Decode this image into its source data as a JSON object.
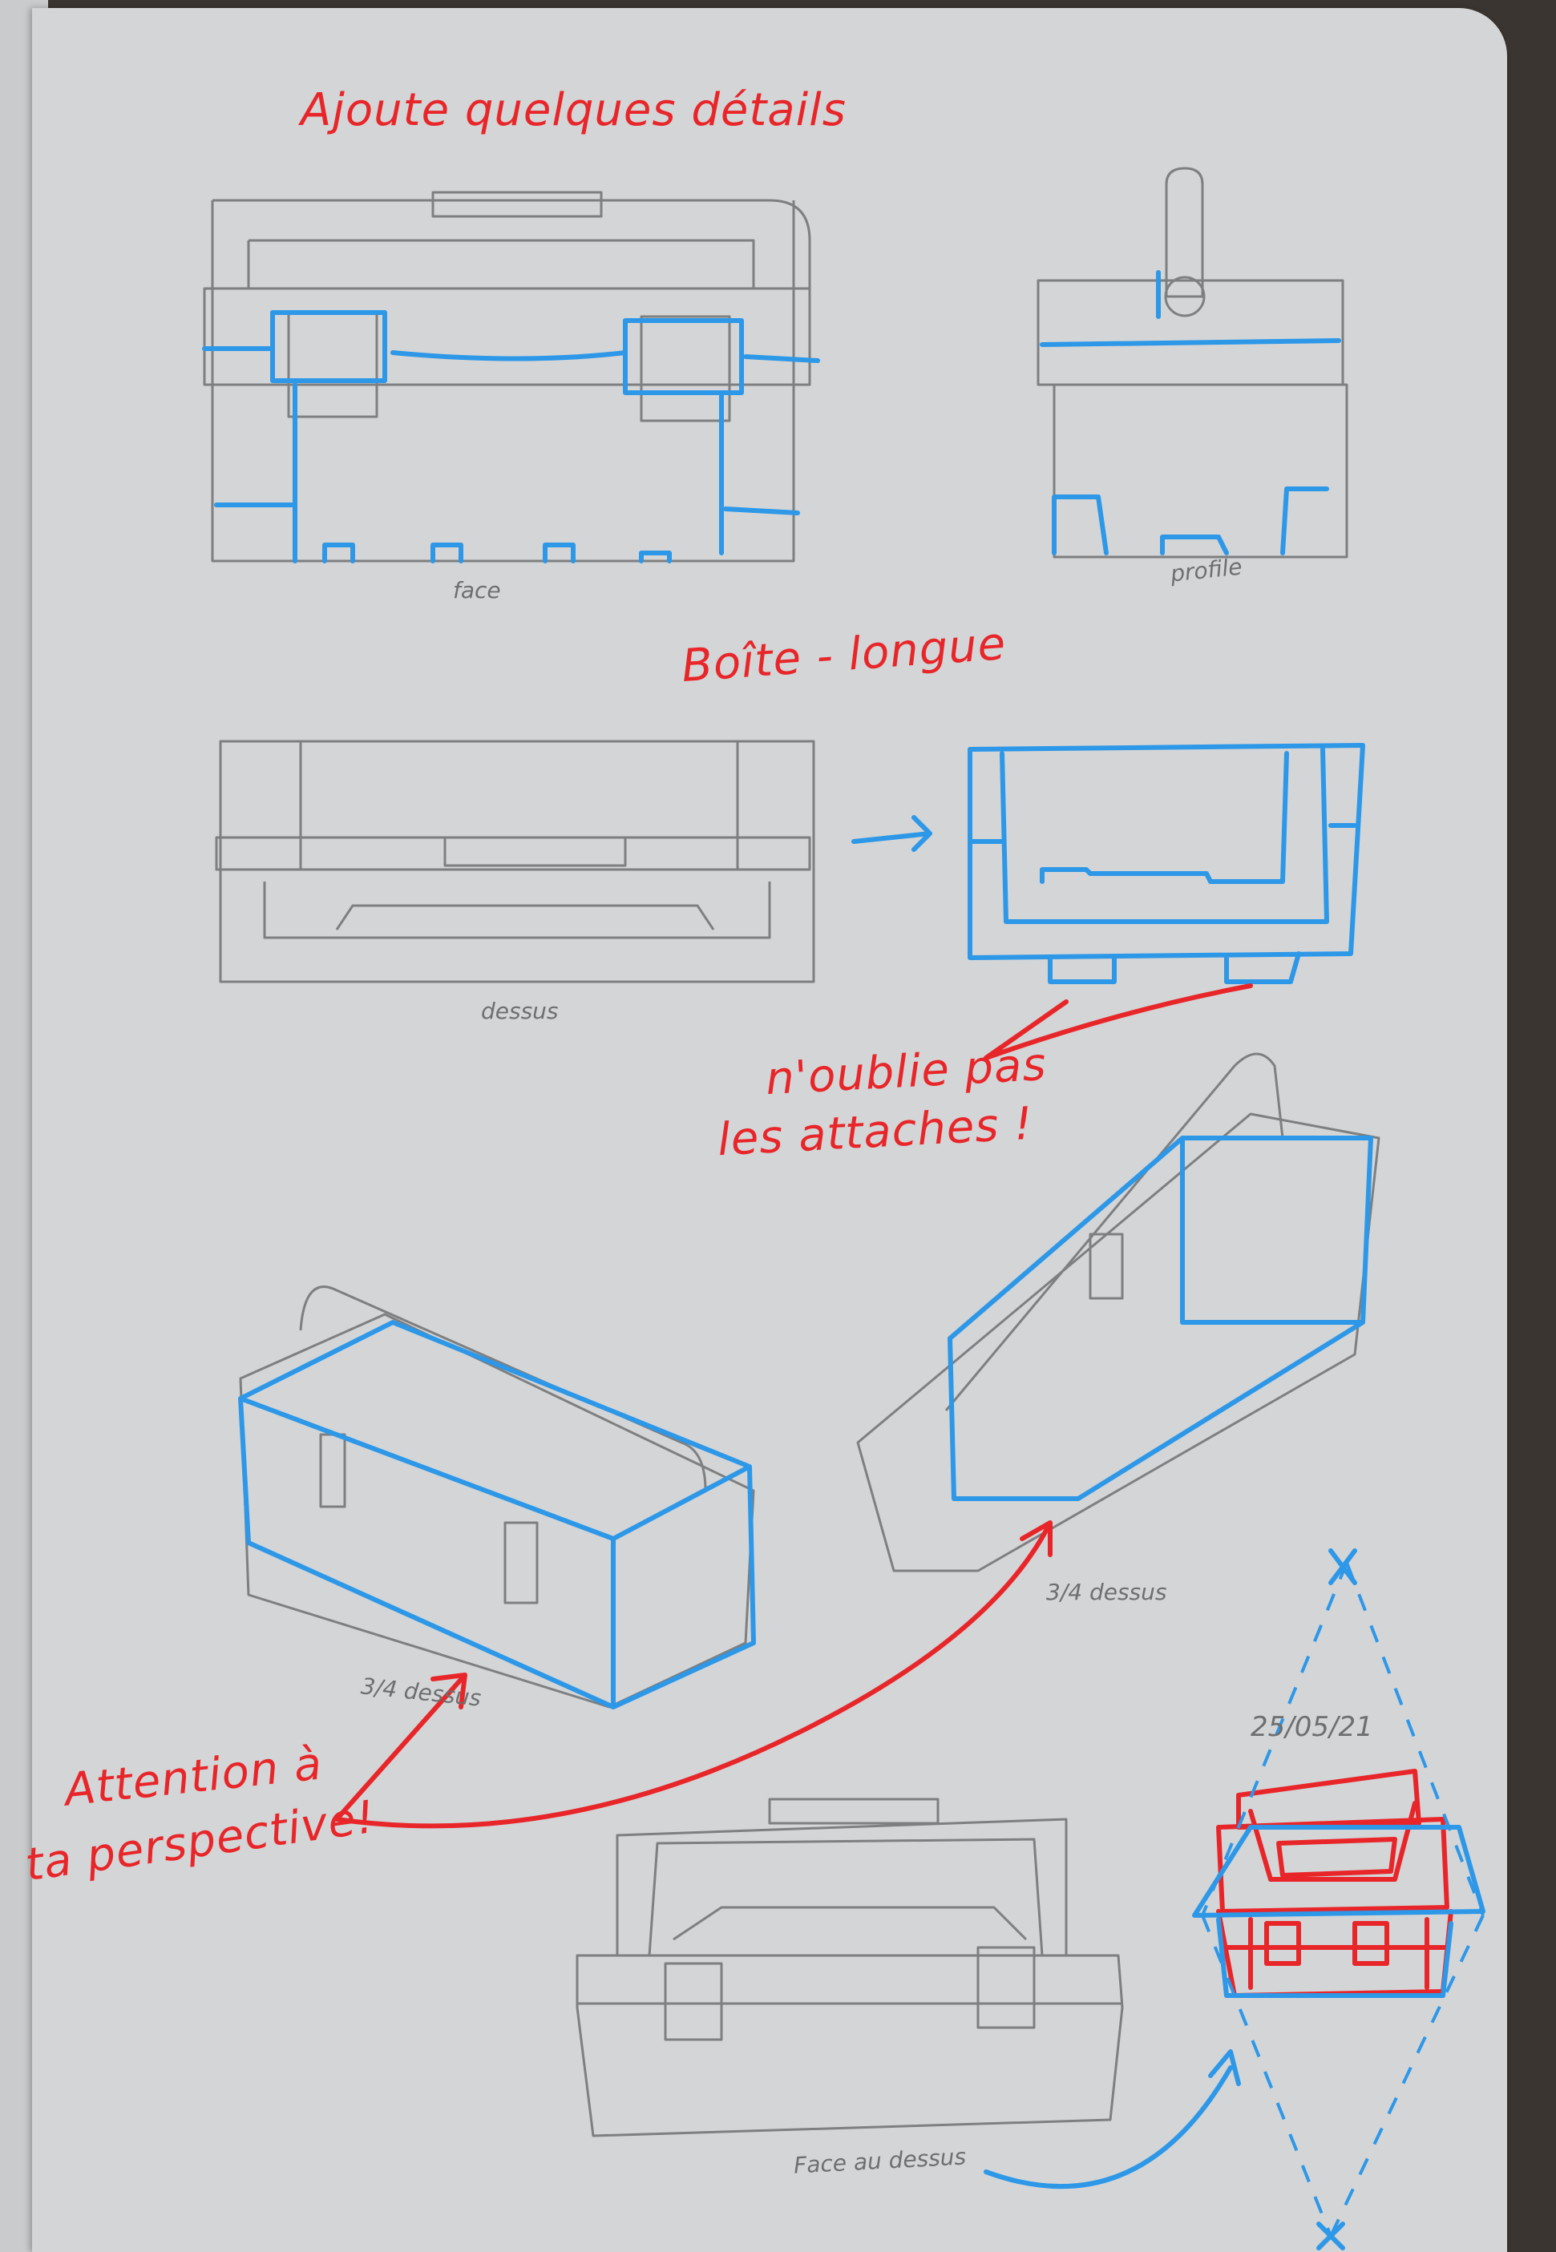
{
  "annotations": {
    "title_details": "Ajoute quelques détails",
    "title_long_box": "Boîte - longue",
    "reminder_line1": "n'oublie pas",
    "reminder_line2": "les attaches !",
    "perspective_line1": "Attention à",
    "perspective_line2": "ta perspective!"
  },
  "view_labels": {
    "front": "face",
    "profile": "profile",
    "top": "dessus",
    "three_quarter_right": "3/4 dessus",
    "three_quarter_left": "3/4 dessus",
    "front_top": "Face au dessus"
  },
  "date": "25/05/21",
  "colors": {
    "paper": "#d3d5d6",
    "pencil": "#7d7f80",
    "correction_blue": "#2d97e8",
    "correction_red": "#e8262a"
  }
}
